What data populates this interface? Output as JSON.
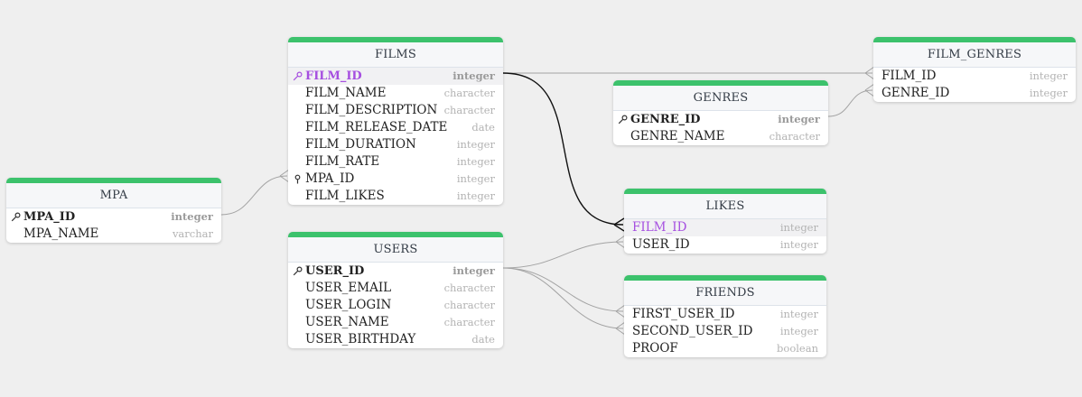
{
  "tables": {
    "films": {
      "title": "FILMS",
      "fields": [
        {
          "name": "FILM_ID",
          "type": "integer"
        },
        {
          "name": "FILM_NAME",
          "type": "character"
        },
        {
          "name": "FILM_DESCRIPTION",
          "type": "character"
        },
        {
          "name": "FILM_RELEASE_DATE",
          "type": "date"
        },
        {
          "name": "FILM_DURATION",
          "type": "integer"
        },
        {
          "name": "FILM_RATE",
          "type": "integer"
        },
        {
          "name": "MPA_ID",
          "type": "integer"
        },
        {
          "name": "FILM_LIKES",
          "type": "integer"
        }
      ]
    },
    "mpa": {
      "title": "MPA",
      "fields": [
        {
          "name": "MPA_ID",
          "type": "integer"
        },
        {
          "name": "MPA_NAME",
          "type": "varchar"
        }
      ]
    },
    "users": {
      "title": "USERS",
      "fields": [
        {
          "name": "USER_ID",
          "type": "integer"
        },
        {
          "name": "USER_EMAIL",
          "type": "character"
        },
        {
          "name": "USER_LOGIN",
          "type": "character"
        },
        {
          "name": "USER_NAME",
          "type": "character"
        },
        {
          "name": "USER_BIRTHDAY",
          "type": "date"
        }
      ]
    },
    "genres": {
      "title": "GENRES",
      "fields": [
        {
          "name": "GENRE_ID",
          "type": "integer"
        },
        {
          "name": "GENRE_NAME",
          "type": "character"
        }
      ]
    },
    "film_genres": {
      "title": "FILM_GENRES",
      "fields": [
        {
          "name": "FILM_ID",
          "type": "integer"
        },
        {
          "name": "GENRE_ID",
          "type": "integer"
        }
      ]
    },
    "likes": {
      "title": "LIKES",
      "fields": [
        {
          "name": "FILM_ID",
          "type": "integer"
        },
        {
          "name": "USER_ID",
          "type": "integer"
        }
      ]
    },
    "friends": {
      "title": "FRIENDS",
      "fields": [
        {
          "name": "FIRST_USER_ID",
          "type": "integer"
        },
        {
          "name": "SECOND_USER_ID",
          "type": "integer"
        },
        {
          "name": "PROOF",
          "type": "boolean"
        }
      ]
    }
  },
  "colors": {
    "header_accent": "#3cc26c",
    "canvas": "#efefef",
    "selected_field": "#a64fe0",
    "relation_line": "#a3a3a3",
    "selected_relation_line": "#111111"
  },
  "icons": {
    "primary_key": "key-icon",
    "foreign_key": "pin-icon"
  }
}
